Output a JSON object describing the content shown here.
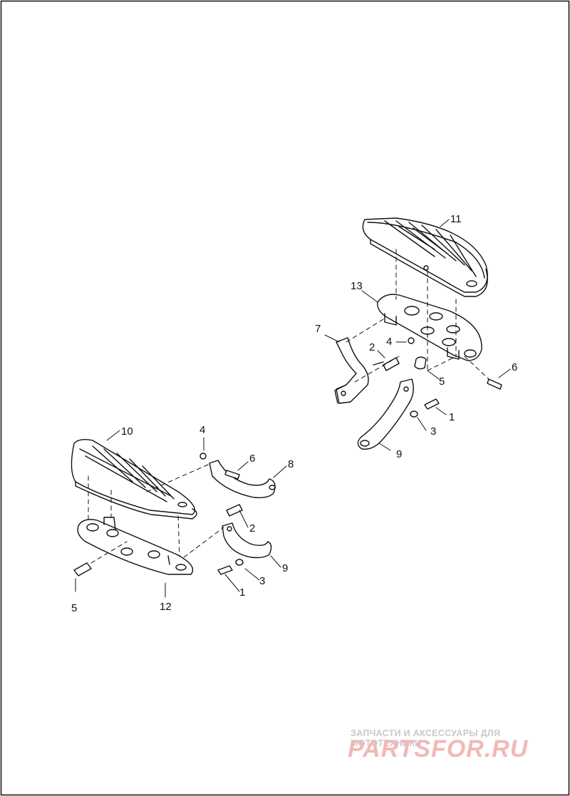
{
  "diagram": {
    "callouts": {
      "c11": "11",
      "c13": "13",
      "c7": "7",
      "c2a": "2",
      "c4a": "4",
      "c5a": "5",
      "c6a": "6",
      "c1a": "1",
      "c3a": "3",
      "c9a": "9",
      "c10": "10",
      "c4b": "4",
      "c6b": "6",
      "c8": "8",
      "c2b": "2",
      "c9b": "9",
      "c3b": "3",
      "c1b": "1",
      "c5b": "5",
      "c12": "12"
    }
  },
  "watermark": {
    "tagline": "ЗАПЧАСТИ И АКСЕССУАРЫ ДЛЯ МОТОТЕХНИКИ",
    "brand": "PARTSFOR.RU"
  },
  "colors": {
    "line": "#111111",
    "watermark_gray": "#c9c9c9",
    "watermark_red": "#f2b8b8"
  }
}
